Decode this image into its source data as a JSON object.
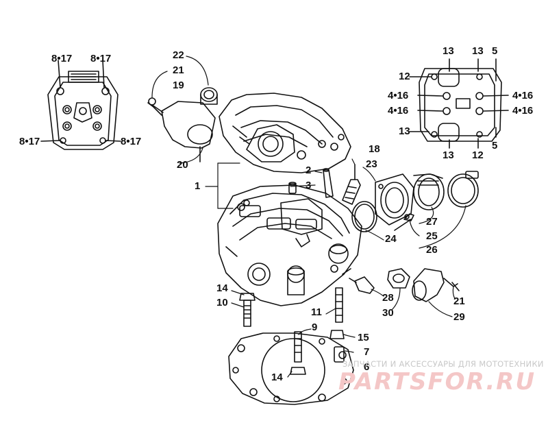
{
  "callouts": {
    "c1": "1",
    "c2": "2",
    "c3": "3",
    "c5a": "5",
    "c5b": "5",
    "c6": "6",
    "c7": "7",
    "c9": "9",
    "c10": "10",
    "c11": "11",
    "c12a": "12",
    "c12b": "12",
    "c13a": "13",
    "c13b": "13",
    "c13c": "13",
    "c13d": "13",
    "c14a": "14",
    "c14b": "14",
    "c15": "15",
    "c18": "18",
    "c19": "19",
    "c20": "20",
    "c21a": "21",
    "c21b": "21",
    "c22": "22",
    "c23": "23",
    "c24": "24",
    "c25": "25",
    "c26": "26",
    "c27": "27",
    "c28": "28",
    "c29": "29",
    "c30": "30",
    "c817a": "8•17",
    "c817b": "8•17",
    "c817c": "8•17",
    "c817d": "8•17",
    "c416a": "4•16",
    "c416b": "4•16",
    "c416c": "4•16",
    "c416d": "4•16"
  },
  "watermark": {
    "subtitle": "ЗАПЧАСТИ И АКСЕССУАРЫ ДЛЯ МОТОТЕХНИКИ",
    "logo": "PARTSFOR.RU"
  },
  "colors": {
    "line": "#111111",
    "watermark_logo": "#f4c7c7",
    "watermark_text": "#c8c8c8"
  }
}
